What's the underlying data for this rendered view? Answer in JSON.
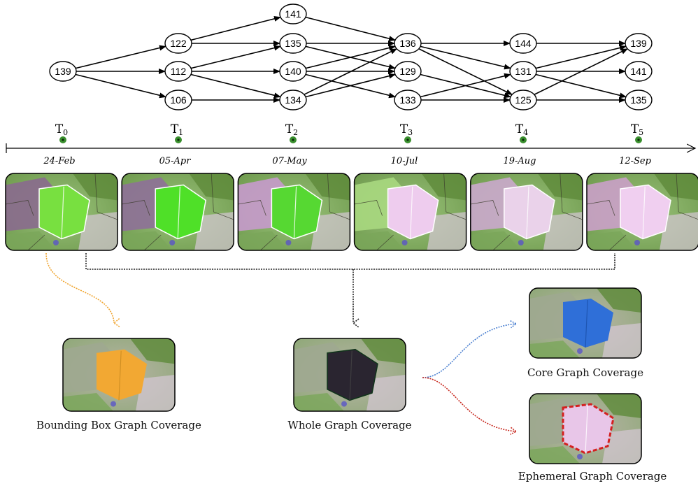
{
  "graph": {
    "nodes": [
      {
        "id": "a0",
        "label": "139"
      },
      {
        "id": "b0",
        "label": "122"
      },
      {
        "id": "b1",
        "label": "112"
      },
      {
        "id": "b2",
        "label": "106"
      },
      {
        "id": "c0",
        "label": "141"
      },
      {
        "id": "c1",
        "label": "135"
      },
      {
        "id": "c2",
        "label": "140"
      },
      {
        "id": "c3",
        "label": "134"
      },
      {
        "id": "d0",
        "label": "136"
      },
      {
        "id": "d1",
        "label": "129"
      },
      {
        "id": "d2",
        "label": "133"
      },
      {
        "id": "e0",
        "label": "144"
      },
      {
        "id": "e1",
        "label": "131"
      },
      {
        "id": "e2",
        "label": "125"
      },
      {
        "id": "f0",
        "label": "139"
      },
      {
        "id": "f1",
        "label": "141"
      },
      {
        "id": "f2",
        "label": "135"
      }
    ],
    "edges": [
      [
        "a0",
        "b0"
      ],
      [
        "a0",
        "b1"
      ],
      [
        "a0",
        "b2"
      ],
      [
        "b0",
        "c0"
      ],
      [
        "b0",
        "c1"
      ],
      [
        "b1",
        "c1"
      ],
      [
        "b1",
        "c2"
      ],
      [
        "b1",
        "c3"
      ],
      [
        "b2",
        "c3"
      ],
      [
        "c0",
        "d0"
      ],
      [
        "c1",
        "d0"
      ],
      [
        "c1",
        "d1"
      ],
      [
        "c2",
        "d0"
      ],
      [
        "c2",
        "d1"
      ],
      [
        "c2",
        "d2"
      ],
      [
        "c3",
        "d0"
      ],
      [
        "c3",
        "d1"
      ],
      [
        "d0",
        "e0"
      ],
      [
        "d0",
        "e1"
      ],
      [
        "d0",
        "e2"
      ],
      [
        "d1",
        "e2"
      ],
      [
        "d2",
        "e1"
      ],
      [
        "d2",
        "e2"
      ],
      [
        "e0",
        "f0"
      ],
      [
        "e1",
        "f0"
      ],
      [
        "e1",
        "f1"
      ],
      [
        "e1",
        "f2"
      ],
      [
        "e2",
        "f0"
      ],
      [
        "e2",
        "f2"
      ]
    ]
  },
  "timeline": {
    "steps": [
      {
        "t": "T",
        "sub": "0",
        "date": "24-Feb"
      },
      {
        "t": "T",
        "sub": "1",
        "date": "05-Apr"
      },
      {
        "t": "T",
        "sub": "2",
        "date": "07-May"
      },
      {
        "t": "T",
        "sub": "3",
        "date": "10-Jul"
      },
      {
        "t": "T",
        "sub": "4",
        "date": "19-Aug"
      },
      {
        "t": "T",
        "sub": "5",
        "date": "12-Sep"
      }
    ]
  },
  "captions": {
    "bounding_box": "Bounding Box Graph Coverage",
    "whole": "Whole Graph Coverage",
    "core": "Core Graph Coverage",
    "ephemeral": "Ephemeral Graph Coverage"
  },
  "colors": {
    "marker": "#3a8f2e",
    "bounding_box_fill": "#f2a833",
    "whole_fill": "#2a2530",
    "core_fill": "#2f6fd8",
    "ephemeral_stroke": "#d42020",
    "arrow_orange": "#f0a530",
    "arrow_blue": "#4a7fd0",
    "arrow_red": "#c82a20",
    "arrow_black": "#222222"
  }
}
